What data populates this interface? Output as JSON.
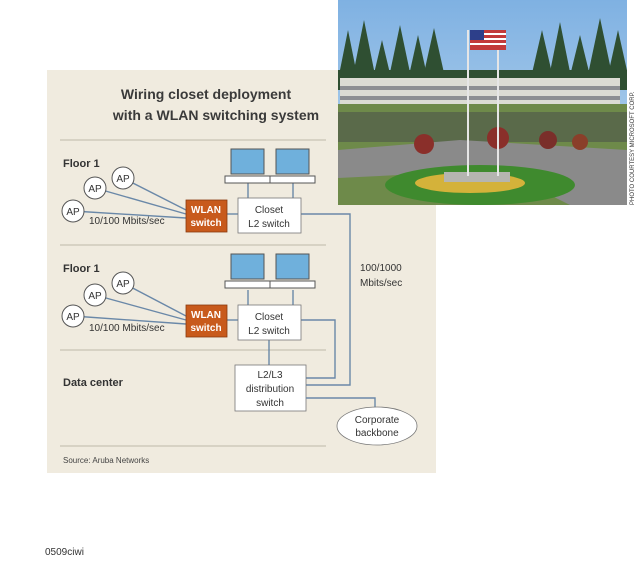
{
  "diagram": {
    "title_line1": "Wiring closet deployment",
    "title_line2": "with a WLAN switching system",
    "floor1_label": "Floor 1",
    "floor2_label": "Floor 1",
    "datacenter_label": "Data center",
    "ap_label": "AP",
    "speed_access": "10/100 Mbits/sec",
    "wlan_switch_line1": "WLAN",
    "wlan_switch_line2": "switch",
    "closet_line1": "Closet",
    "closet_line2": "L2 switch",
    "uplink_line1": "100/1000",
    "uplink_line2": "Mbits/sec",
    "dist_line1": "L2/L3",
    "dist_line2": "distribution",
    "dist_line3": "switch",
    "backbone_line1": "Corporate",
    "backbone_line2": "backbone",
    "source": "Source: Aruba Networks"
  },
  "photo": {
    "credit": "PHOTO COURTESY MICROSOFT CORP."
  },
  "figure_id": "0509ciwi",
  "colors": {
    "panel_bg": "#f0ebdf",
    "wlan_orange": "#c85a1c",
    "line_blue": "#5a7a9a",
    "box_fill": "#ffffff",
    "screen_blue": "#6fb0dc",
    "sky": "#9cc3e6",
    "grass": "#3f8a2e"
  }
}
